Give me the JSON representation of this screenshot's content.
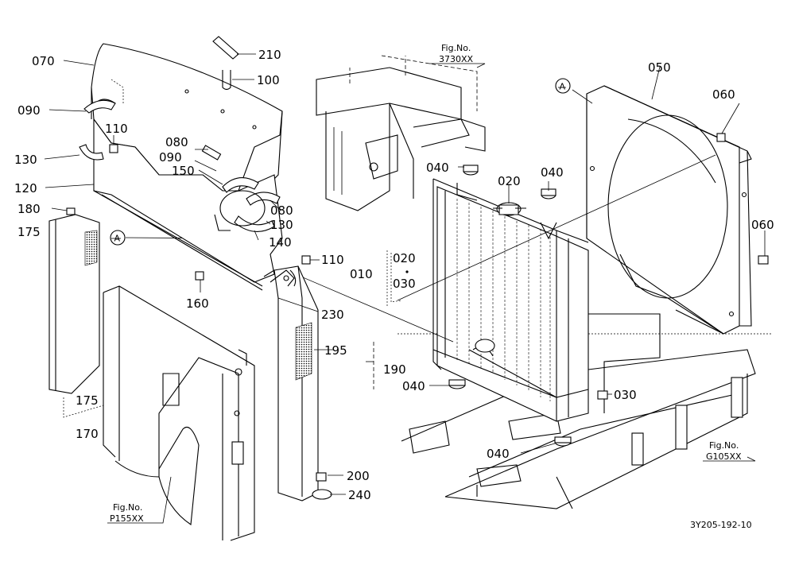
{
  "labels": {
    "p070": "070",
    "p210": "210",
    "p100": "100",
    "p090a": "090",
    "p110a": "110",
    "p130a": "130",
    "p120": "120",
    "p080a": "080",
    "p090b": "090",
    "p150": "150",
    "p080b": "080",
    "p130b": "130",
    "p140": "140",
    "p180": "180",
    "p175a": "175",
    "p110b": "110",
    "p160": "160",
    "p230": "230",
    "p195": "195",
    "p190": "190",
    "p175b": "175",
    "p170": "170",
    "p200": "200",
    "p240": "240",
    "p040a": "040",
    "p020a": "020",
    "p040b": "040",
    "p010": "010",
    "p020b": "020",
    "p030a": "030",
    "p040c": "040",
    "p030b": "030",
    "p040d": "040",
    "p050": "050",
    "p060a": "060",
    "p060b": "060",
    "markA1": "A",
    "markA2": "A"
  },
  "fig_refs": {
    "f3730_title": "Fig.No.",
    "f3730_num": "3730XX",
    "fg105_title": "Fig.No.",
    "fg105_num": "G105XX",
    "fp155_title": "Fig.No.",
    "fp155_num": "P155XX"
  },
  "drawing_code": "3Y205-192-10"
}
